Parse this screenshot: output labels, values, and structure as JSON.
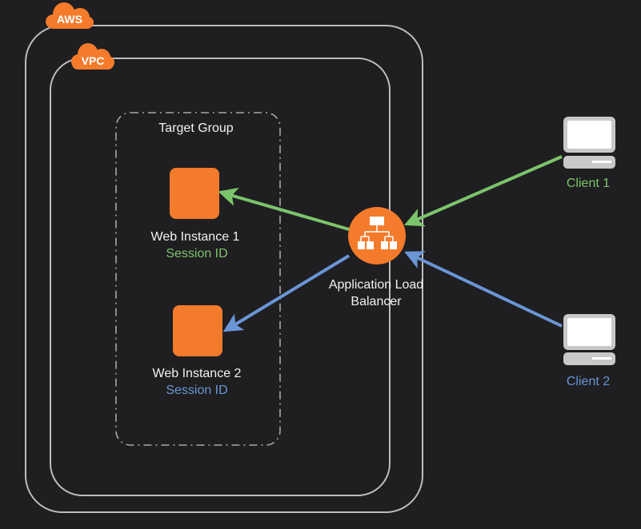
{
  "containers": {
    "aws": {
      "label": "AWS"
    },
    "vpc": {
      "label": "VPC"
    },
    "target_group": {
      "label": "Target Group"
    }
  },
  "instances": [
    {
      "name": "Web Instance 1",
      "session": "Session ID",
      "session_color": "#7cc46a"
    },
    {
      "name": "Web Instance 2",
      "session": "Session ID",
      "session_color": "#6a96d6"
    }
  ],
  "load_balancer": {
    "line1": "Application Load",
    "line2": "Balancer",
    "icon": "hierarchy-icon"
  },
  "clients": [
    {
      "label": "Client 1",
      "color": "#7cc46a",
      "icon": "desktop-computer-icon"
    },
    {
      "label": "Client 2",
      "color": "#6a96d6",
      "icon": "desktop-computer-icon"
    }
  ],
  "colors": {
    "orange": "#f37b2b",
    "green": "#7cc46a",
    "blue": "#6a96d6",
    "border": "#bdbdbd",
    "background": "#1f1e21"
  }
}
